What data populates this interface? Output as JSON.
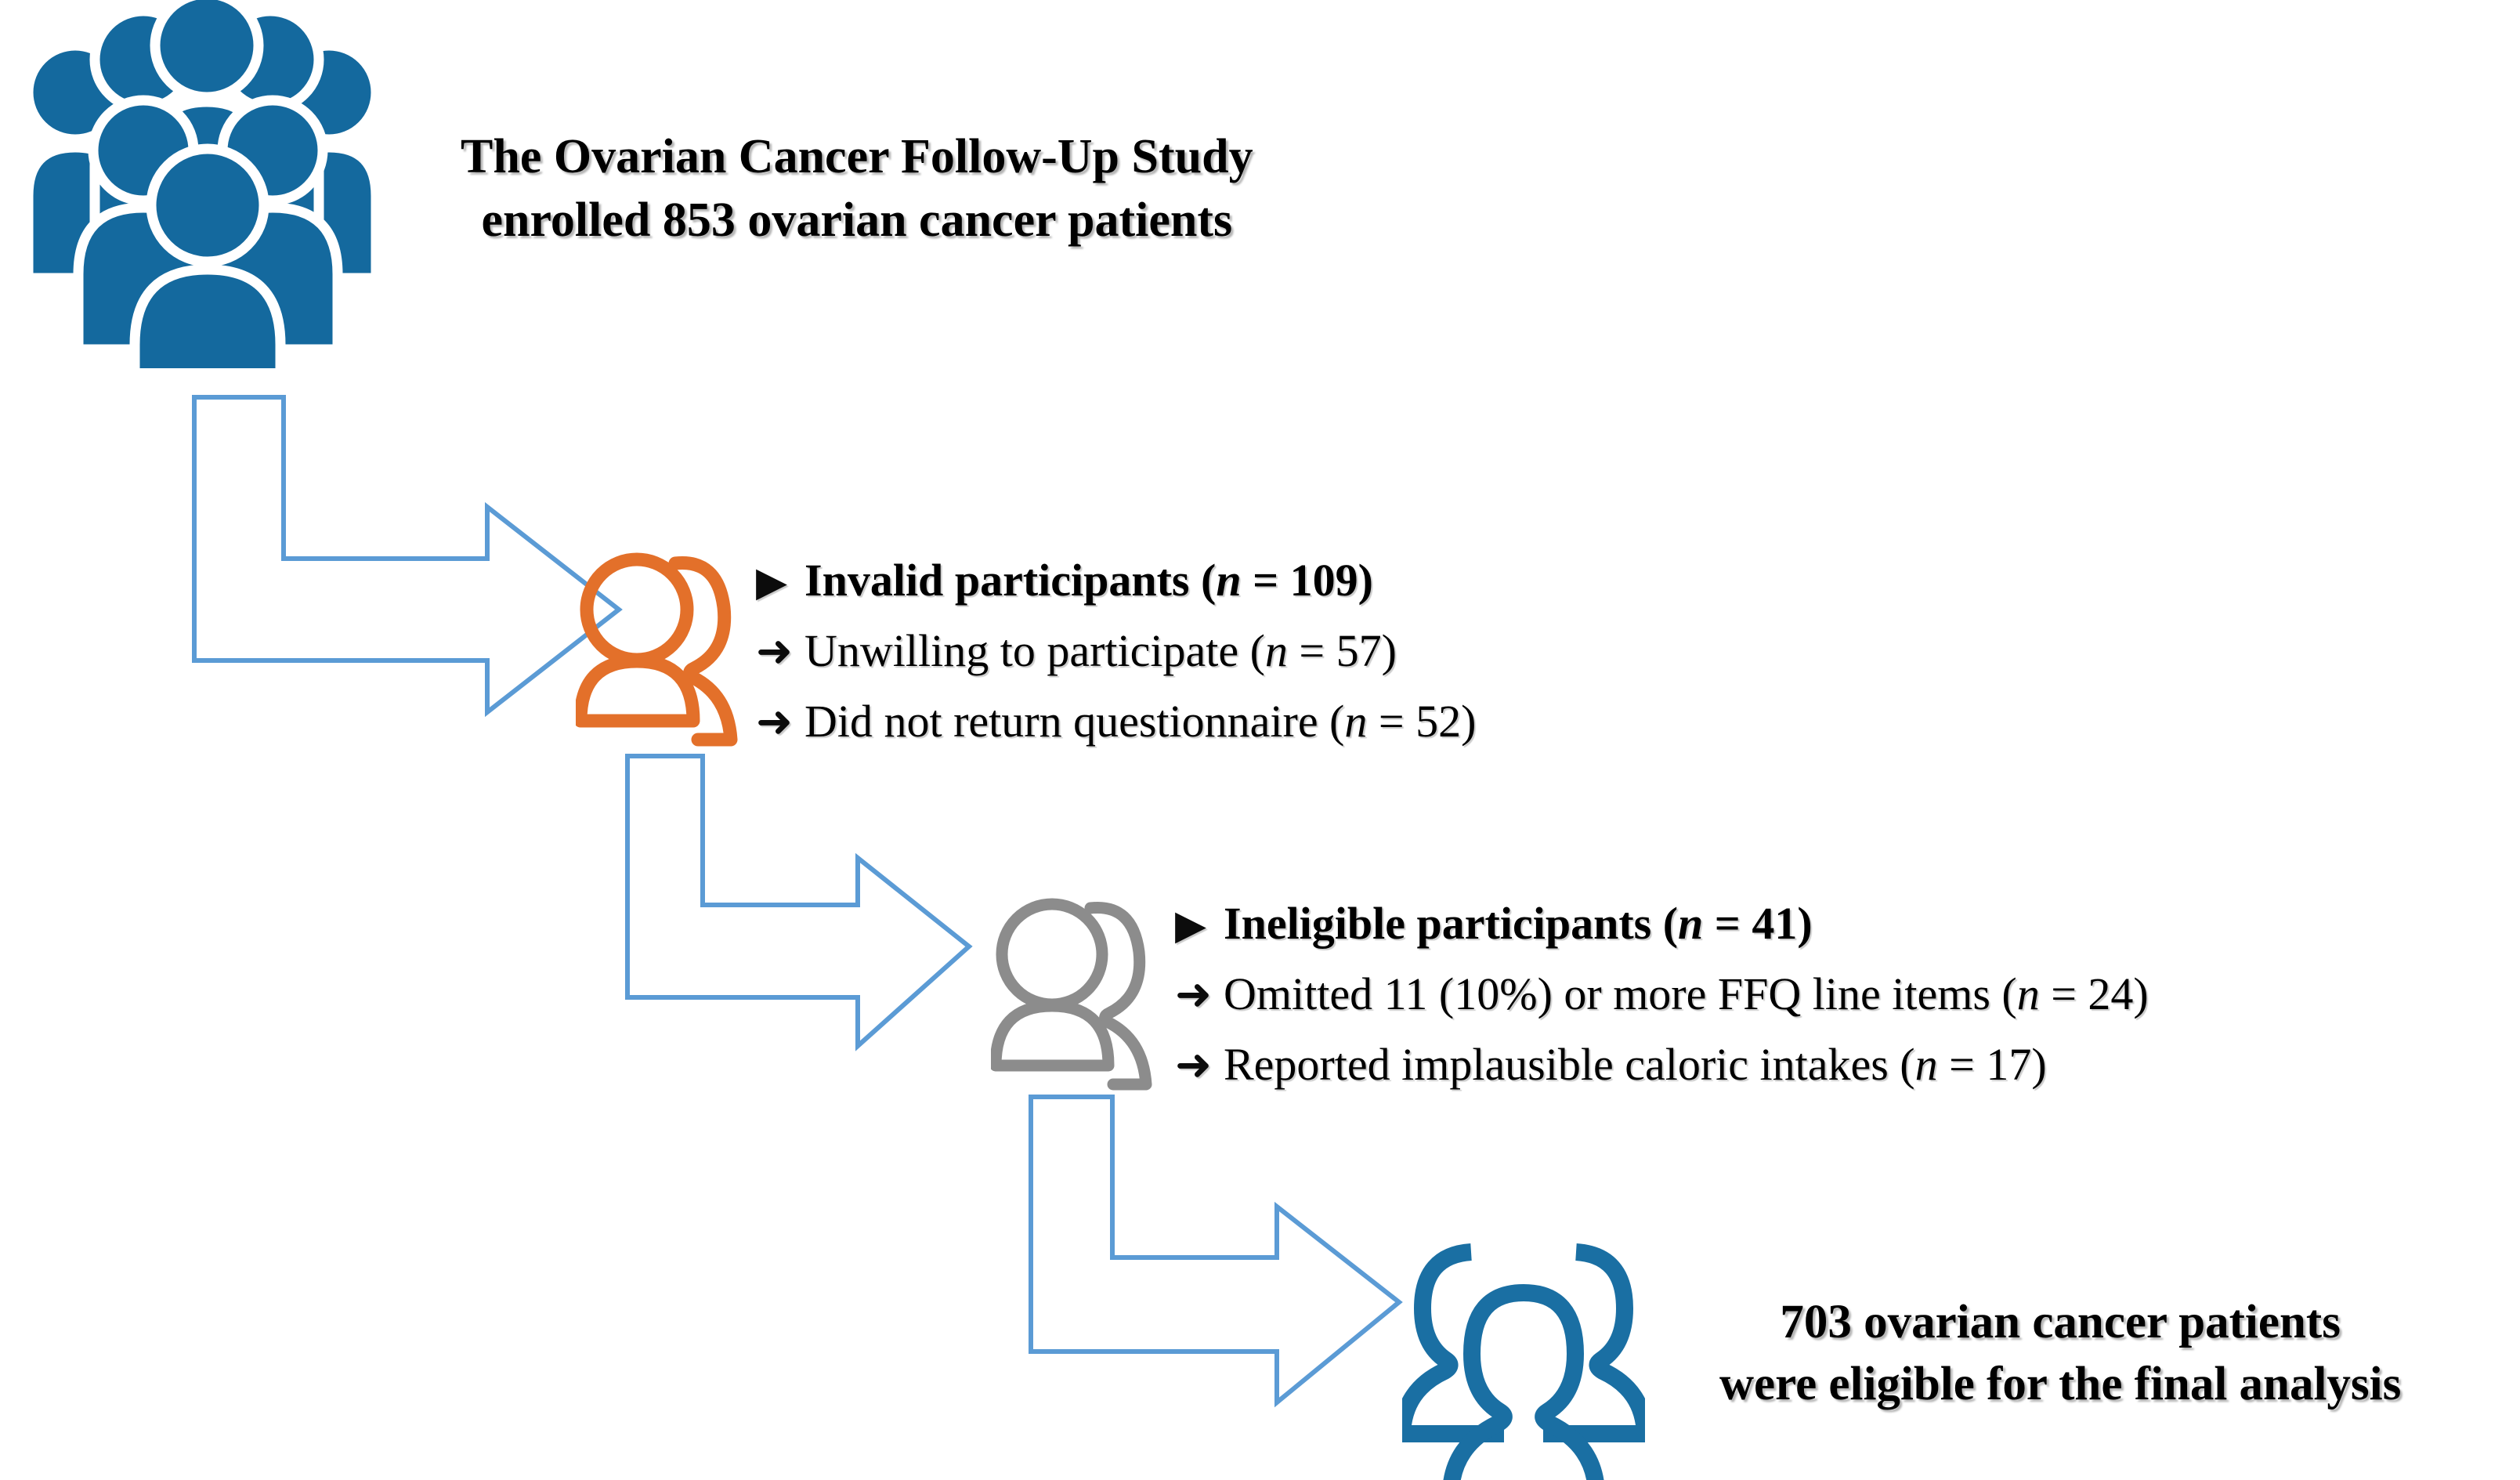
{
  "figure": {
    "type": "flowchart",
    "orientation": "top-left to bottom-right",
    "background": "#ffffff"
  },
  "colors": {
    "crowd_blue": "#14699E",
    "final_blue": "#1A6FA3",
    "exclusion_orange": "#E3702A",
    "exclusion_gray": "#8C8C8C",
    "connector_blue": "#5B9BD5",
    "text_black": "#000000"
  },
  "nodes": [
    {
      "id": "enrollment",
      "icon": "crowd-of-people-icon",
      "icon_style": "filled",
      "icon_color": "#14699E",
      "lines": [
        "The Ovarian Cancer Follow-Up Study",
        "enrolled 853 ovarian cancer patients"
      ],
      "count": 853
    },
    {
      "id": "final",
      "icon": "three-people-group-icon",
      "icon_style": "outline",
      "icon_color": "#1A6FA3",
      "lines": [
        "703 ovarian cancer patients",
        "were eligible for the final analysis"
      ],
      "count": 703
    }
  ],
  "exclusions": [
    {
      "id": "invalid",
      "icon": "two-people-icon",
      "icon_style": "outline",
      "icon_color": "#E3702A",
      "heading": {
        "marker": "▶",
        "prefix": "Invalid participants (",
        "n_italic": "n",
        "suffix": " = 109)"
      },
      "items": [
        {
          "marker": "➜",
          "prefix": "Unwilling to participate (",
          "n_italic": "n",
          "suffix": " = 57)"
        },
        {
          "marker": "➜",
          "prefix": "Did not return questionnaire (",
          "n_italic": "n",
          "suffix": " = 52)"
        }
      ]
    },
    {
      "id": "ineligible",
      "icon": "two-people-icon",
      "icon_style": "outline",
      "icon_color": "#8C8C8C",
      "heading": {
        "marker": "▶",
        "prefix": "Ineligible participants (",
        "n_italic": "n",
        "suffix": " = 41)"
      },
      "items": [
        {
          "marker": "➜",
          "prefix": "Omitted 11 (10%) or more FFQ line items (",
          "n_italic": "n",
          "suffix": " = 24)"
        },
        {
          "marker": "➜",
          "prefix": "Reported implausible caloric intakes (",
          "n_italic": "n",
          "suffix": " = 17)"
        }
      ]
    }
  ],
  "connectors": [
    {
      "id": "connector-1",
      "shape": "bent-arrow-right",
      "from": "enrollment",
      "to": "invalid"
    },
    {
      "id": "connector-2",
      "shape": "bent-arrow-right",
      "from": "invalid",
      "to": "ineligible"
    },
    {
      "id": "connector-3",
      "shape": "bent-arrow-right",
      "from": "ineligible",
      "to": "final"
    }
  ]
}
